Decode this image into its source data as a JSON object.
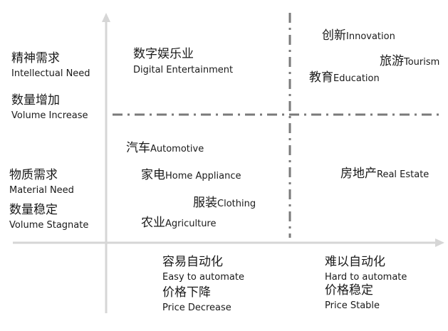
{
  "left_labels": [
    {
      "zh": "精神需求",
      "en": "Intellectual Need"
    },
    {
      "zh": "数量增加",
      "en": "Volume Increase"
    },
    {
      "zh": "物质需求",
      "en": "Material Need"
    },
    {
      "zh": "数量稳定",
      "en": "Volume Stagnate"
    }
  ],
  "bottom_labels": [
    {
      "zh": "容易自动化",
      "en": "Easy to automate"
    },
    {
      "zh": "价格下降",
      "en": "Price Decrease"
    },
    {
      "zh": "难以自动化",
      "en": "Hard to automate"
    },
    {
      "zh": "价格稳定",
      "en": "Price Stable"
    }
  ],
  "quadrants": {
    "top_left": {
      "zh": "数字娱乐业",
      "en": "Digital Entertainment"
    },
    "top_right": [
      {
        "zh": "创新",
        "en": "Innovation"
      },
      {
        "zh": "旅游",
        "en": "Tourism"
      },
      {
        "zh": "教育",
        "en": "Education"
      }
    ],
    "bottom_left": [
      {
        "zh": "汽车",
        "en": "Automotive"
      },
      {
        "zh": "家电",
        "en": "Home Appliance"
      },
      {
        "zh": "服装",
        "en": "Clothing"
      },
      {
        "zh": "农业",
        "en": "Agriculture"
      }
    ],
    "bottom_right": {
      "zh": "房地产",
      "en": "Real Estate"
    }
  }
}
